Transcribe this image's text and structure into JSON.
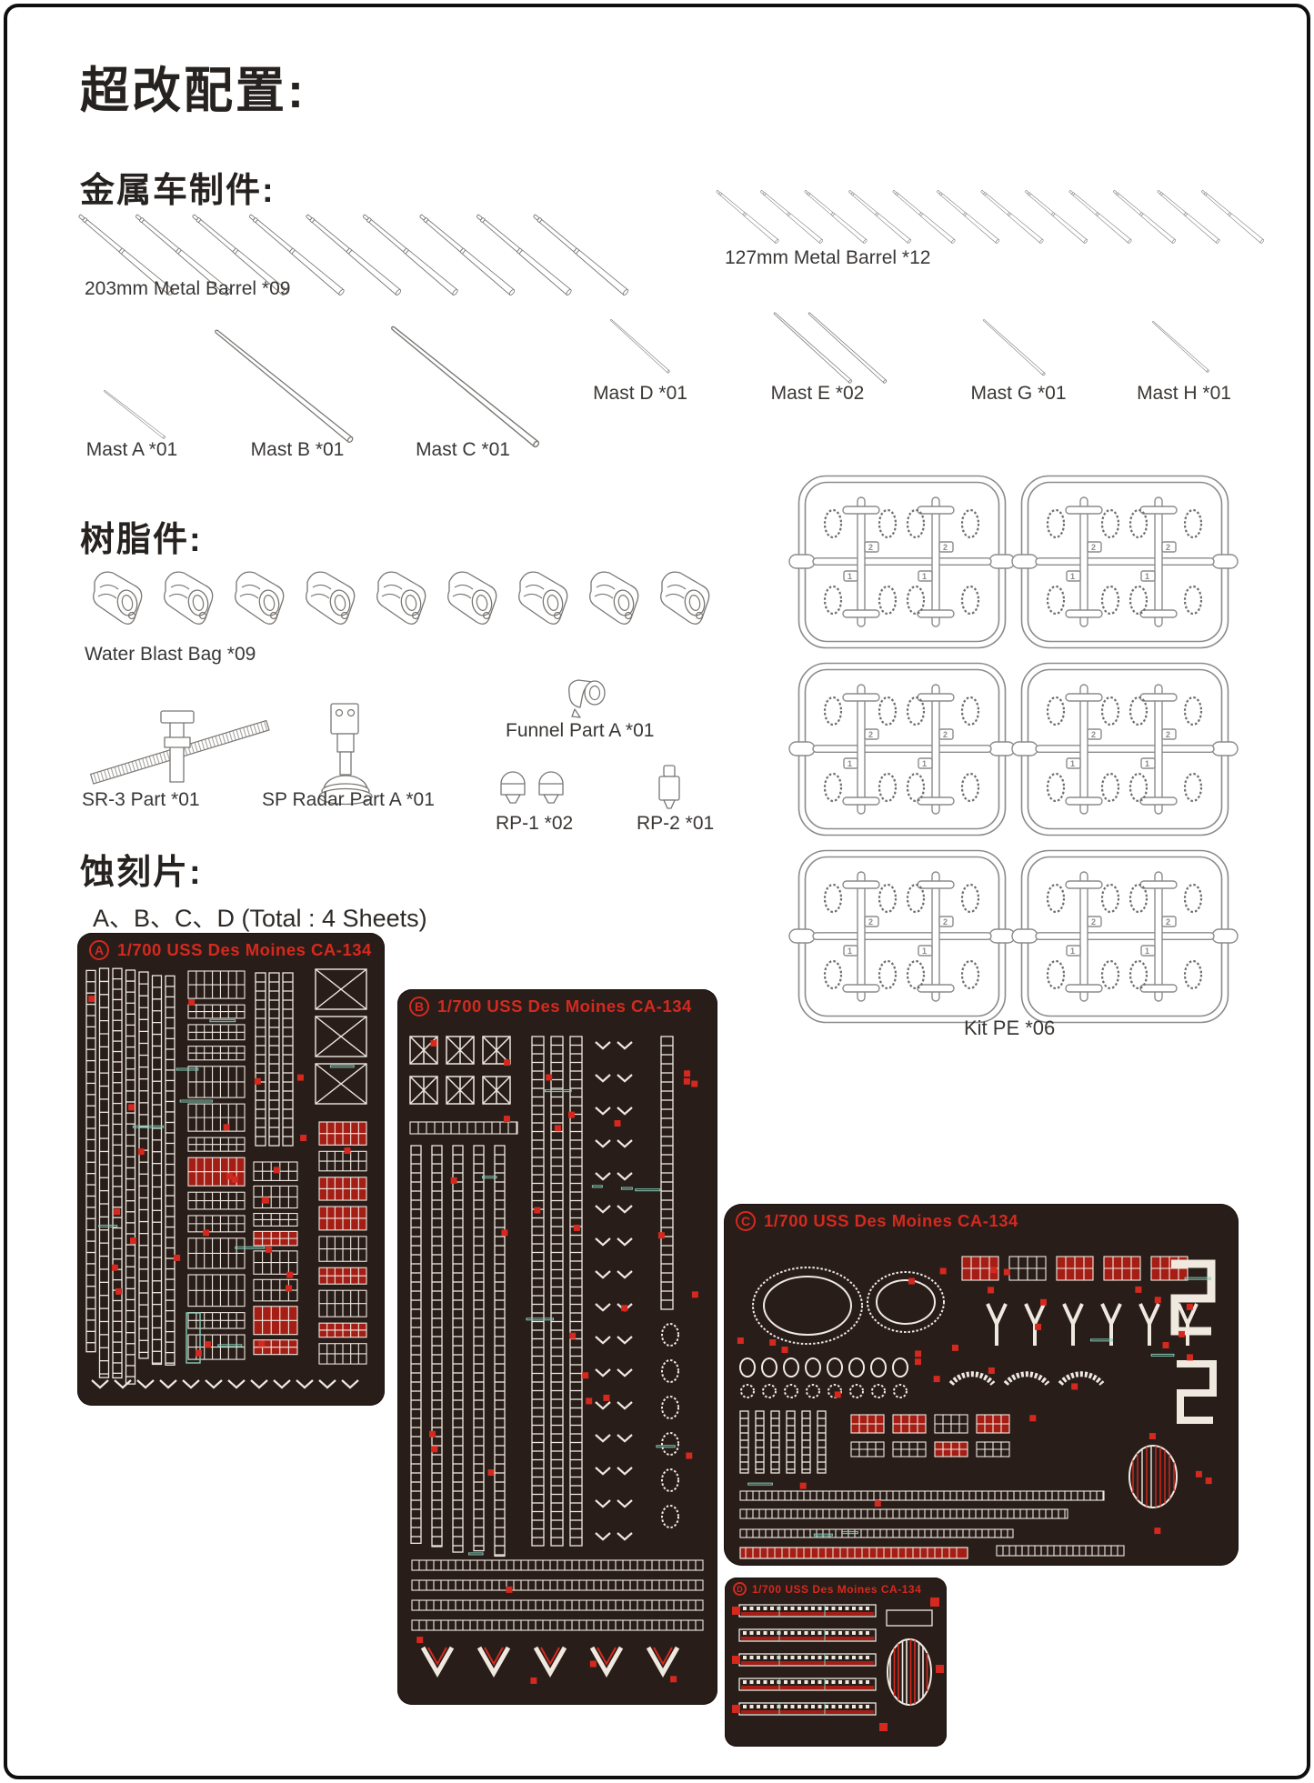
{
  "page": {
    "title": "超改配置:"
  },
  "metal": {
    "heading": "金属车制件:",
    "barrel_203_label": "203mm Metal Barrel *09",
    "barrel_127_label": "127mm Metal Barrel *12",
    "masts": {
      "a": "Mast A *01",
      "b": "Mast B *01",
      "c": "Mast C *01",
      "d": "Mast D *01",
      "e": "Mast E *02",
      "g": "Mast G *01",
      "h": "Mast H *01"
    },
    "counts": {
      "barrel_203": 9,
      "barrel_127": 12,
      "mast_e": 2
    }
  },
  "resin": {
    "heading": "树脂件:",
    "water_blast_bag_label": "Water Blast Bag *09",
    "funnel_label": "Funnel Part A *01",
    "sr3_label": "SR-3 Part *01",
    "sp_radar_label": "SP Radar Part A *01",
    "rp1_label": "RP-1 *02",
    "rp2_label": "RP-2 *01",
    "counts": {
      "water_blast_bag": 9
    }
  },
  "etch": {
    "heading": "蚀刻片:",
    "subtitle": "A、B、C、D  (Total : 4 Sheets)",
    "sheet_title": "1/700 USS Des Moines CA-134",
    "badges": [
      "A",
      "B",
      "C",
      "D"
    ]
  },
  "kit_pe": {
    "label": "Kit PE *06",
    "count": 6,
    "sprue_tags": [
      "1",
      "2"
    ]
  },
  "colors": {
    "etch_sheet_bg": "#281d19",
    "etch_red": "#d5291f",
    "etch_red_dark": "#a51e16",
    "etch_metal": "#efe9e0",
    "etch_teal": "#83cdb9",
    "outline_gray": "#7a7774"
  }
}
